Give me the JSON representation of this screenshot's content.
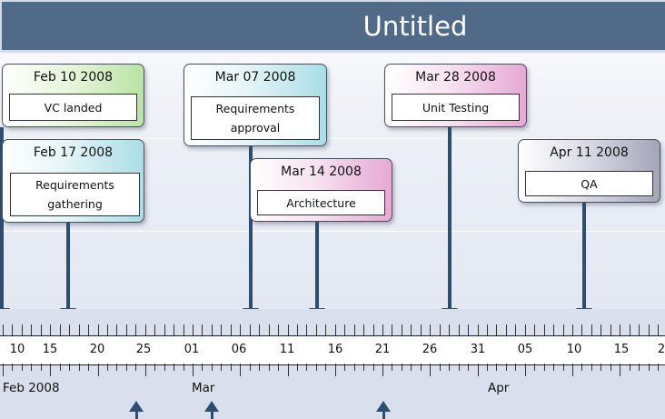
{
  "header": {
    "title": "Untitled"
  },
  "events": [
    {
      "id": "vc-landed",
      "date": "Feb 10 2008",
      "label": "VC landed",
      "colors": [
        "#ffffff",
        "#e9f6dd",
        "#b9e3a5"
      ]
    },
    {
      "id": "requirements-gathering",
      "date": "Feb 17 2008",
      "label": "Requirements gathering",
      "colors": [
        "#ffffff",
        "#e4f5f7",
        "#a9dde6"
      ]
    },
    {
      "id": "requirements-approval",
      "date": "Mar 07 2008",
      "label": "Requirements approval",
      "colors": [
        "#ffffff",
        "#e4f5f7",
        "#a9dde6"
      ]
    },
    {
      "id": "architecture",
      "date": "Mar 14 2008",
      "label": "Architecture",
      "colors": [
        "#ffffff",
        "#f7e3f1",
        "#e6a8d5"
      ]
    },
    {
      "id": "unit-testing",
      "date": "Mar 28 2008",
      "label": "Unit Testing",
      "colors": [
        "#ffffff",
        "#f7e3f1",
        "#e6a8d5"
      ]
    },
    {
      "id": "qa",
      "date": "Apr 11 2008",
      "label": "QA",
      "colors": [
        "#ffffff",
        "#dcdde7",
        "#a3a5b9"
      ]
    }
  ],
  "scale": {
    "day_labels": [
      "10",
      "15",
      "20",
      "25",
      "01",
      "06",
      "11",
      "16",
      "21",
      "26",
      "31",
      "05",
      "10",
      "15",
      "2"
    ],
    "month_labels": [
      "Feb 2008",
      "Mar",
      "Apr"
    ]
  }
}
